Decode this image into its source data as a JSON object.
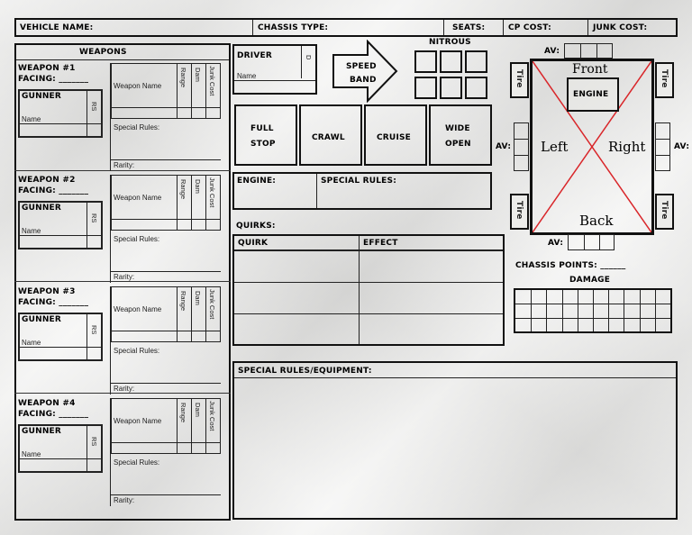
{
  "header": {
    "vehicle_name": "VEHICLE NAME:",
    "chassis_type": "CHASSIS TYPE:",
    "seats": "SEATS:",
    "cp_cost": "CP COST:",
    "junk_cost": "JUNK COST:"
  },
  "weapons": {
    "title": "WEAPONS",
    "facing_label": "FACING: _______",
    "gunner_label": "GUNNER",
    "name_label": "Name",
    "rs_label": "RS",
    "weapon_name_label": "Weapon Name",
    "range_label": "Range",
    "dam_label": "Dam",
    "junk_cost_label": "Junk Cost",
    "special_rules_label": "Special Rules:",
    "rarity_label": "Rarity:",
    "items": [
      {
        "title": "WEAPON #1"
      },
      {
        "title": "WEAPON #2"
      },
      {
        "title": "WEAPON #3"
      },
      {
        "title": "WEAPON #4"
      }
    ]
  },
  "driver": {
    "title": "DRIVER",
    "name_label": "Name",
    "d_label": "D"
  },
  "speed_band": {
    "line1": "SPEED",
    "line2": "BAND"
  },
  "nitrous": {
    "title": "NITROUS"
  },
  "speeds": [
    {
      "line1": "FULL",
      "line2": "STOP"
    },
    {
      "line1": "CRAWL",
      "line2": ""
    },
    {
      "line1": "CRUISE",
      "line2": ""
    },
    {
      "line1": "WIDE",
      "line2": "OPEN"
    }
  ],
  "engine_label": "ENGINE:",
  "special_rules_label": "SPECIAL RULES:",
  "quirks": {
    "title": "QUIRKS:",
    "col1": "QUIRK",
    "col2": "EFFECT"
  },
  "equipment": {
    "title": "SPECIAL RULES/EQUIPMENT:"
  },
  "vehicle": {
    "av_label": "AV:",
    "front": "Front",
    "back": "Back",
    "left": "Left",
    "right": "Right",
    "engine": "ENGINE",
    "tire": "Tire"
  },
  "chassis_points": "CHASSIS POINTS: ______",
  "damage": {
    "title": "DAMAGE"
  }
}
